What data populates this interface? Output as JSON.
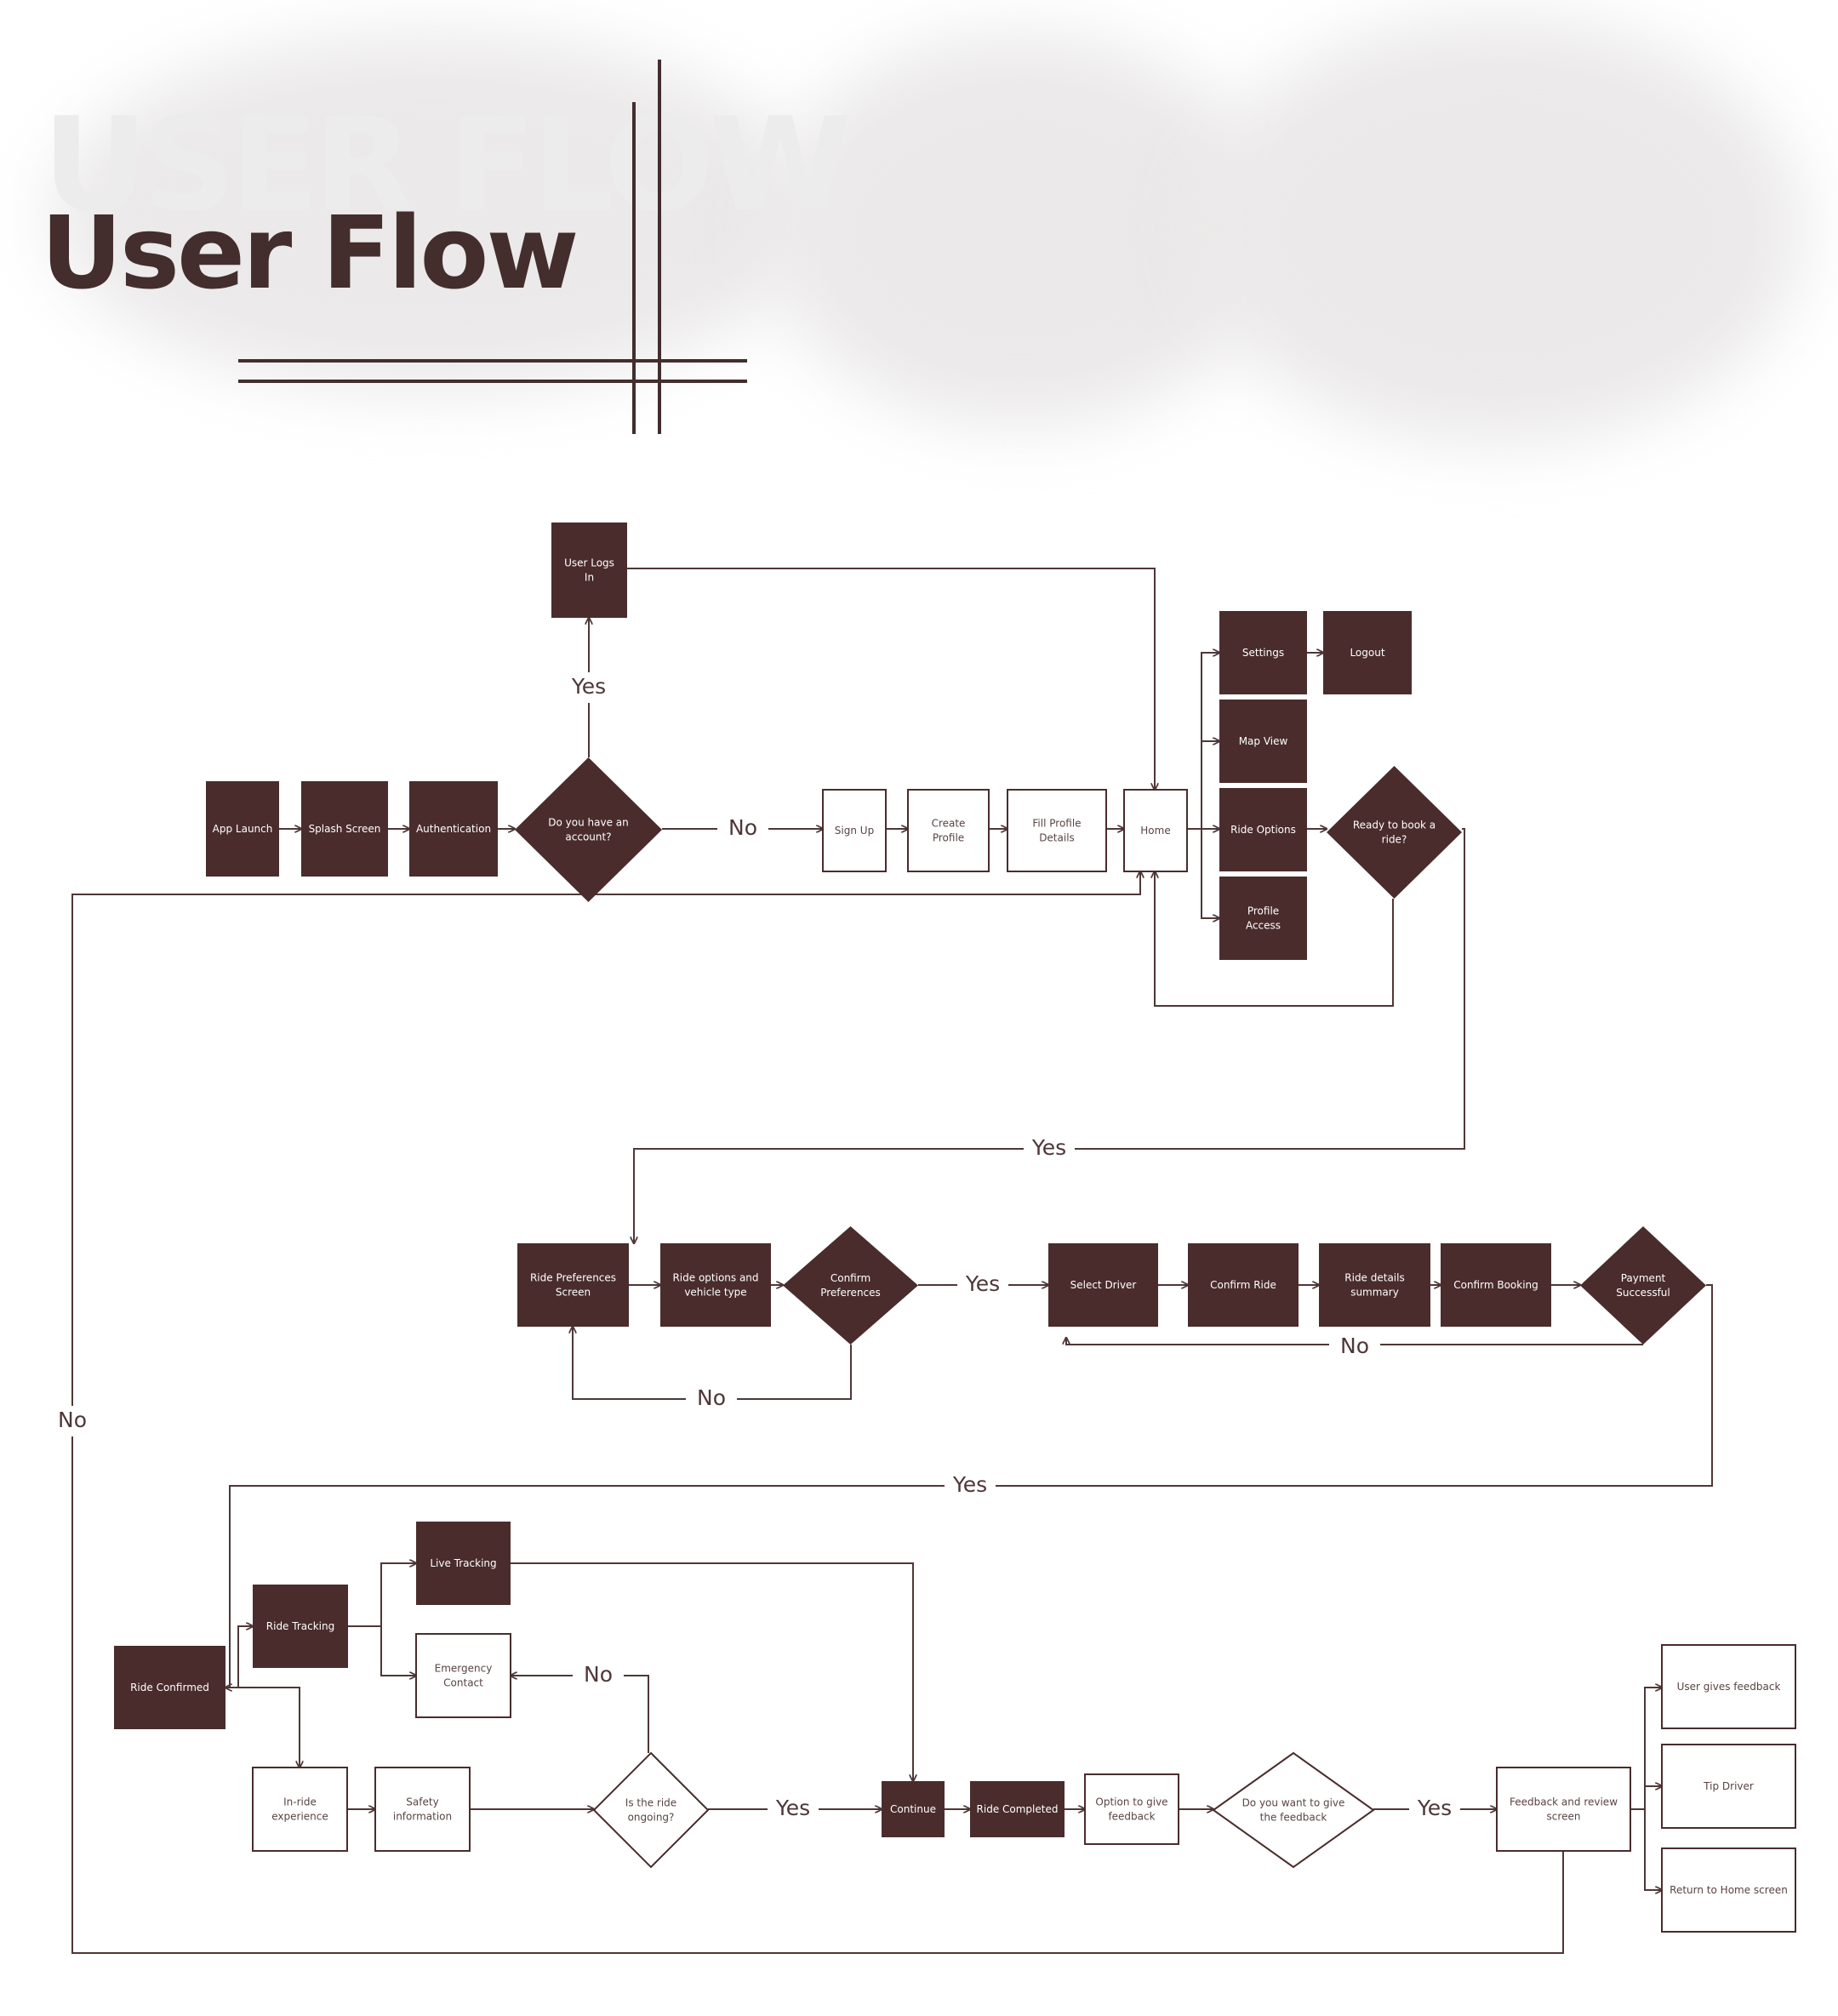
{
  "header": {
    "watermark": "USER FLOW",
    "title": "User Flow"
  },
  "flow": {
    "nodes": [
      {
        "id": "app_launch",
        "label": "App Launch",
        "style": "dark",
        "shape": "box"
      },
      {
        "id": "splash",
        "label": "Splash Screen",
        "style": "dark",
        "shape": "box"
      },
      {
        "id": "auth",
        "label": "Authentication",
        "style": "dark",
        "shape": "box"
      },
      {
        "id": "has_account",
        "label": "Do you have an account?",
        "style": "dark",
        "shape": "diamond"
      },
      {
        "id": "logs_in",
        "label": "User Logs In",
        "style": "dark",
        "shape": "box"
      },
      {
        "id": "sign_up",
        "label": "Sign Up",
        "style": "light",
        "shape": "box"
      },
      {
        "id": "create_profile",
        "label": "Create Profile",
        "style": "light",
        "shape": "box"
      },
      {
        "id": "fill_profile",
        "label": "Fill Profile Details",
        "style": "light",
        "shape": "box"
      },
      {
        "id": "home",
        "label": "Home",
        "style": "light",
        "shape": "box"
      },
      {
        "id": "settings",
        "label": "Settings",
        "style": "dark",
        "shape": "box"
      },
      {
        "id": "logout",
        "label": "Logout",
        "style": "dark",
        "shape": "box"
      },
      {
        "id": "map_view",
        "label": "Map View",
        "style": "dark",
        "shape": "box"
      },
      {
        "id": "ride_options",
        "label": "Ride Options",
        "style": "dark",
        "shape": "box"
      },
      {
        "id": "profile_access",
        "label": "Profile Access",
        "style": "dark",
        "shape": "box"
      },
      {
        "id": "ready",
        "label": "Ready to book a ride?",
        "style": "dark",
        "shape": "diamond"
      },
      {
        "id": "ride_pref",
        "label": "Ride Preferences Screen",
        "style": "dark",
        "shape": "box"
      },
      {
        "id": "ride_opts_vehicle",
        "label": "Ride options and vehicle type",
        "style": "dark",
        "shape": "box"
      },
      {
        "id": "confirm_pref",
        "label": "Confirm Preferences",
        "style": "dark",
        "shape": "diamond"
      },
      {
        "id": "select_driver",
        "label": "Select Driver",
        "style": "dark",
        "shape": "box"
      },
      {
        "id": "confirm_ride",
        "label": "Confirm Ride",
        "style": "dark",
        "shape": "box"
      },
      {
        "id": "ride_details",
        "label": "Ride details summary",
        "style": "dark",
        "shape": "box"
      },
      {
        "id": "confirm_booking",
        "label": "Confirm Booking",
        "style": "dark",
        "shape": "box"
      },
      {
        "id": "payment",
        "label": "Payment Successful",
        "style": "dark",
        "shape": "diamond"
      },
      {
        "id": "ride_confirmed",
        "label": "Ride Confirmed",
        "style": "dark",
        "shape": "box"
      },
      {
        "id": "ride_tracking",
        "label": "Ride Tracking",
        "style": "dark",
        "shape": "box"
      },
      {
        "id": "live_tracking",
        "label": "Live Tracking",
        "style": "dark",
        "shape": "box"
      },
      {
        "id": "emergency",
        "label": "Emergency Contact",
        "style": "light",
        "shape": "box"
      },
      {
        "id": "in_ride",
        "label": "In-ride experience",
        "style": "light",
        "shape": "box"
      },
      {
        "id": "safety",
        "label": "Safety information",
        "style": "light",
        "shape": "box"
      },
      {
        "id": "ride_ongoing",
        "label": "Is the ride ongoing?",
        "style": "light",
        "shape": "diamond"
      },
      {
        "id": "continue",
        "label": "Continue",
        "style": "dark",
        "shape": "box"
      },
      {
        "id": "ride_completed",
        "label": "Ride Completed",
        "style": "dark",
        "shape": "box"
      },
      {
        "id": "option_feedback",
        "label": "Option to give feedback",
        "style": "light",
        "shape": "box"
      },
      {
        "id": "want_feedback",
        "label": "Do you want to give the feedback",
        "style": "light",
        "shape": "diamond"
      },
      {
        "id": "feedback_screen",
        "label": "Feedback and review screen",
        "style": "light",
        "shape": "box"
      },
      {
        "id": "user_feedback",
        "label": "User gives feedback",
        "style": "light",
        "shape": "box"
      },
      {
        "id": "tip_driver",
        "label": "Tip Driver",
        "style": "light",
        "shape": "box"
      },
      {
        "id": "return_home",
        "label": "Return to Home screen",
        "style": "light",
        "shape": "box"
      }
    ],
    "edge_labels": [
      {
        "id": "yes_login",
        "text": "Yes"
      },
      {
        "id": "no_signup",
        "text": "No"
      },
      {
        "id": "yes_ready",
        "text": "Yes"
      },
      {
        "id": "yes_pref",
        "text": "Yes"
      },
      {
        "id": "no_payment",
        "text": "No"
      },
      {
        "id": "no_pref",
        "text": "No"
      },
      {
        "id": "yes_payment",
        "text": "Yes"
      },
      {
        "id": "no_left",
        "text": "No"
      },
      {
        "id": "no_emergency",
        "text": "No"
      },
      {
        "id": "yes_ongoing",
        "text": "Yes"
      },
      {
        "id": "yes_feedback",
        "text": "Yes"
      }
    ],
    "colors": {
      "dark": "#4a2c2c",
      "line": "#4f3737",
      "title": "#432d2d"
    }
  }
}
